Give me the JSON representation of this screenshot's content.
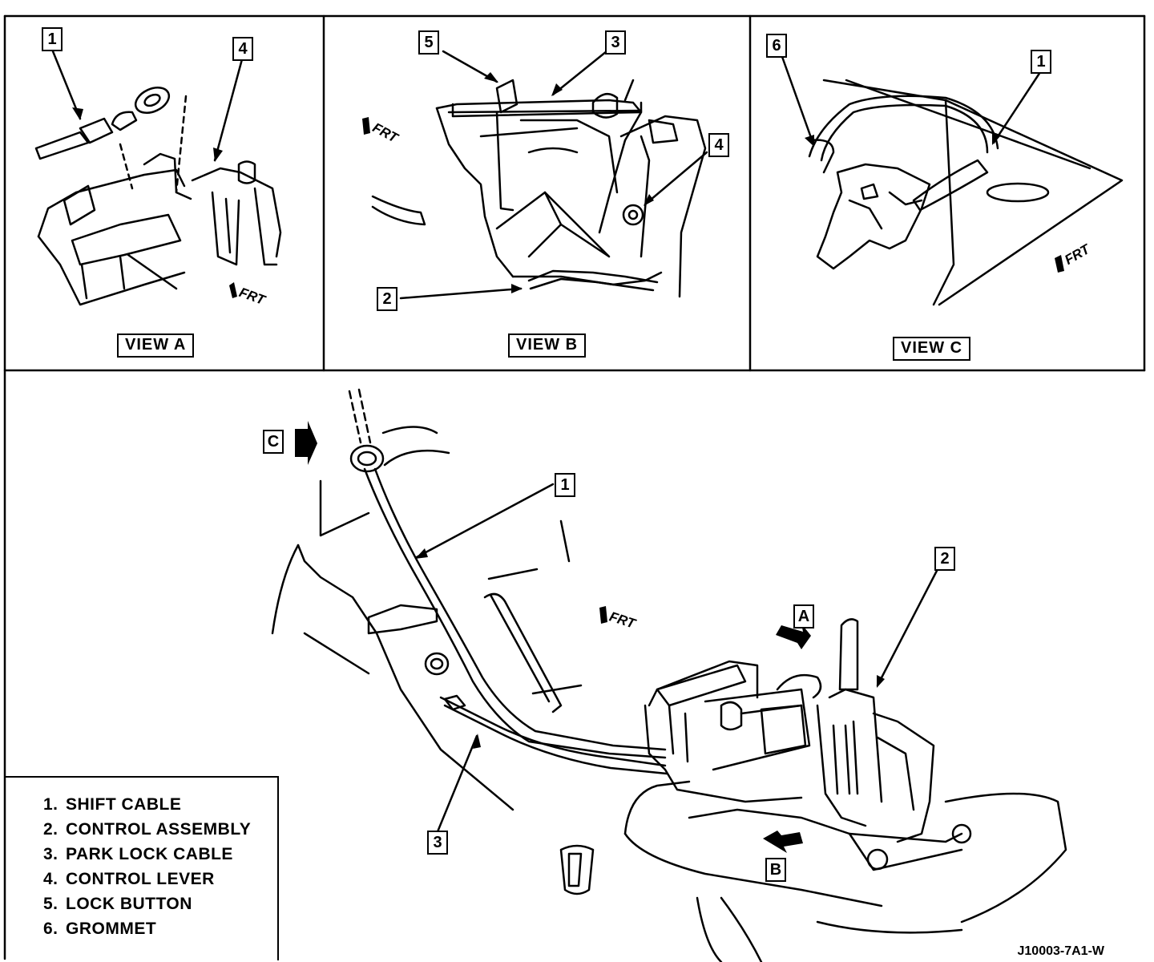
{
  "views": [
    {
      "label": "VIEW A"
    },
    {
      "label": "VIEW B"
    },
    {
      "label": "VIEW C"
    }
  ],
  "frt": "FRT",
  "callouts": {
    "a1": "1",
    "a4": "4",
    "b5": "5",
    "b3": "3",
    "b4": "4",
    "b2": "2",
    "c6": "6",
    "c1": "1",
    "m1": "1",
    "m2": "2",
    "m3": "3",
    "arrow_a": "A",
    "arrow_b": "B",
    "arrow_c": "C"
  },
  "legend": [
    {
      "num": "1.",
      "text": "SHIFT CABLE"
    },
    {
      "num": "2.",
      "text": "CONTROL ASSEMBLY"
    },
    {
      "num": "3.",
      "text": "PARK LOCK CABLE"
    },
    {
      "num": "4.",
      "text": "CONTROL LEVER"
    },
    {
      "num": "5.",
      "text": "LOCK BUTTON"
    },
    {
      "num": "6.",
      "text": "GROMMET"
    }
  ],
  "figure_code": "J10003-7A1-W"
}
